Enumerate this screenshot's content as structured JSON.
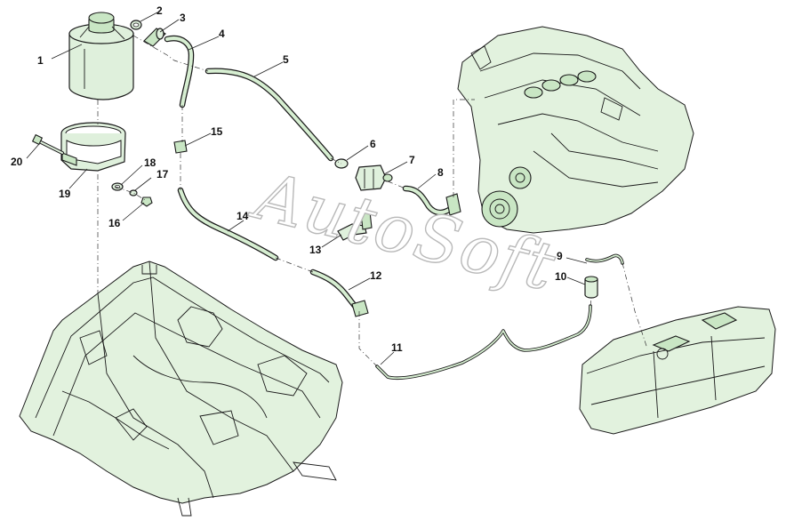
{
  "diagram": {
    "watermark": "AutoSoft",
    "callouts": [
      {
        "id": "1",
        "label": "1"
      },
      {
        "id": "2",
        "label": "2"
      },
      {
        "id": "3",
        "label": "3"
      },
      {
        "id": "4",
        "label": "4"
      },
      {
        "id": "5",
        "label": "5"
      },
      {
        "id": "6",
        "label": "6"
      },
      {
        "id": "7",
        "label": "7"
      },
      {
        "id": "8",
        "label": "8"
      },
      {
        "id": "9",
        "label": "9"
      },
      {
        "id": "10",
        "label": "10"
      },
      {
        "id": "11",
        "label": "11"
      },
      {
        "id": "12",
        "label": "12"
      },
      {
        "id": "13",
        "label": "13"
      },
      {
        "id": "14",
        "label": "14"
      },
      {
        "id": "15",
        "label": "15"
      },
      {
        "id": "16",
        "label": "16"
      },
      {
        "id": "17",
        "label": "17"
      },
      {
        "id": "18",
        "label": "18"
      },
      {
        "id": "19",
        "label": "19"
      },
      {
        "id": "20",
        "label": "20"
      }
    ],
    "colors": {
      "part_fill": "#dff0dc",
      "outline": "#1a1a1a",
      "watermark_outline": "#b9b9b9"
    }
  }
}
